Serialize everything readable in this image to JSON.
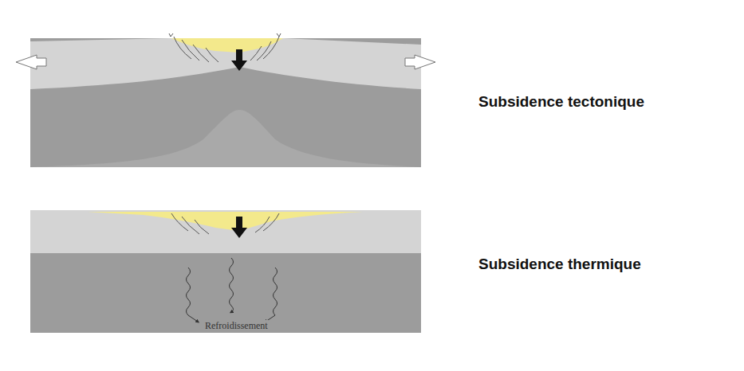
{
  "diagram": {
    "labels": [
      "Subsidence tectonique",
      "Subsidence thermique",
      "Refroidissement"
    ]
  }
}
